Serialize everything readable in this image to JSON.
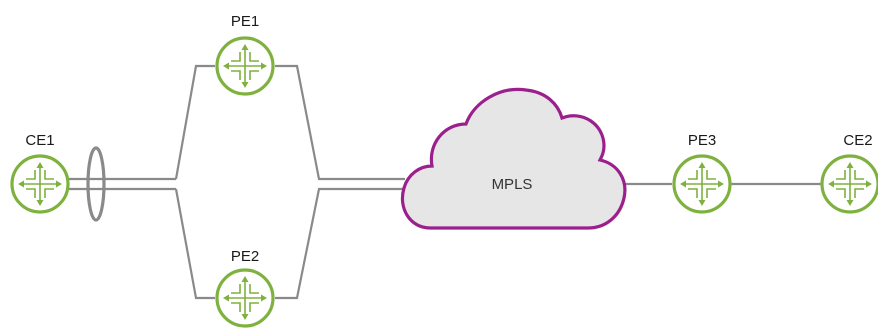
{
  "diagram": {
    "nodes": {
      "ce1": {
        "label": "CE1"
      },
      "pe1": {
        "label": "PE1"
      },
      "pe2": {
        "label": "PE2"
      },
      "pe3": {
        "label": "PE3"
      },
      "ce2": {
        "label": "CE2"
      }
    },
    "cloud": {
      "label": "MPLS"
    },
    "colors": {
      "router": "#7fb13f",
      "cloud_fill": "#e6e6e6",
      "cloud_stroke": "#9b1f8c",
      "link": "#8a8a8a"
    },
    "icons": {
      "router": "router-icon",
      "bundle": "link-bundle-ellipse"
    }
  }
}
